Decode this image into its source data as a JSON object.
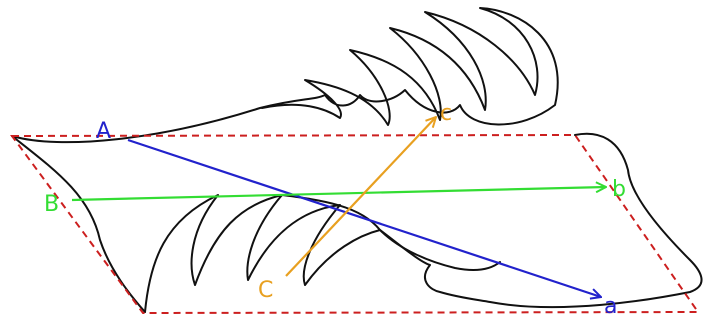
{
  "labels": {
    "A": "A",
    "a": "a",
    "B": "B",
    "b": "b",
    "C": "C",
    "c": "c"
  },
  "colors": {
    "outline": "#111111",
    "dashed_frame": "#cc1f1f",
    "arrow_Aa": "#2222cc",
    "arrow_Bb": "#33dd33",
    "arrow_Cc": "#e8a020"
  }
}
